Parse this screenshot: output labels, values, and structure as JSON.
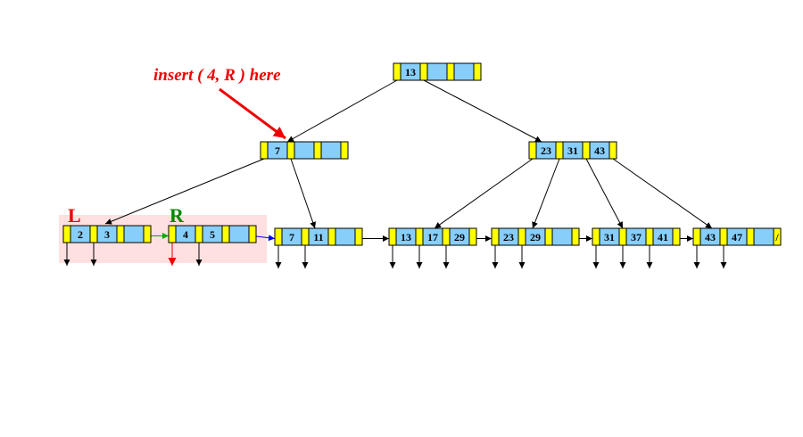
{
  "annotation": {
    "text": "insert ( 4, R ) here"
  },
  "split_labels": {
    "left": "L",
    "right": "R"
  },
  "nodes": {
    "root": {
      "keys": [
        "13"
      ],
      "slots": 3
    },
    "inner1": {
      "keys": [
        "7"
      ],
      "slots": 3
    },
    "inner2": {
      "keys": [
        "23",
        "31",
        "43"
      ],
      "slots": 3
    },
    "leafL": {
      "keys": [
        "2",
        "3"
      ],
      "slots": 3
    },
    "leafR": {
      "keys": [
        "4",
        "5"
      ],
      "slots": 3
    },
    "leaf3": {
      "keys": [
        "7",
        "11"
      ],
      "slots": 3
    },
    "leaf4": {
      "keys": [
        "13",
        "17",
        "29"
      ],
      "slots": 3
    },
    "leaf5": {
      "keys": [
        "23",
        "29"
      ],
      "slots": 3
    },
    "leaf6": {
      "keys": [
        "31",
        "37",
        "41"
      ],
      "slots": 3
    },
    "leaf7": {
      "keys": [
        "43",
        "47"
      ],
      "slots": 3,
      "null_link": "/"
    }
  },
  "colors": {
    "pointer_slot": "#ffff00",
    "key_slot": "#87cefa",
    "annotation": "#ee0000",
    "inserted_key": "#ee0000",
    "label_left": "#ee0000",
    "label_right": "#008800",
    "split_highlight": "#ffe0e0",
    "link_green": "#00aa00",
    "link_blue": "#0000ff"
  }
}
